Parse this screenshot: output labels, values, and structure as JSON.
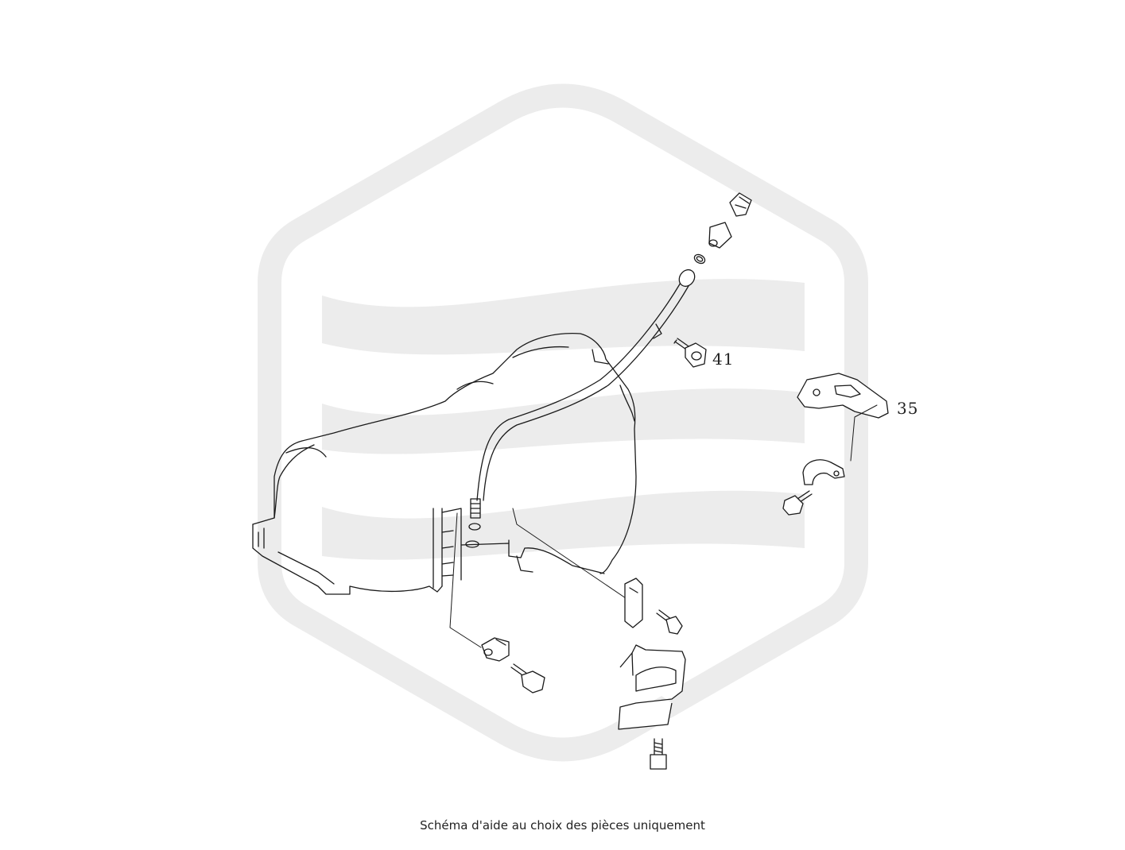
{
  "diagram": {
    "callouts": [
      {
        "id": "41",
        "label": "41"
      },
      {
        "id": "35",
        "label": "35"
      }
    ],
    "caption": "Schéma d'aide au choix des pièces uniquement",
    "watermark_color": "#ececec",
    "line_color": "#1a1a1a"
  }
}
